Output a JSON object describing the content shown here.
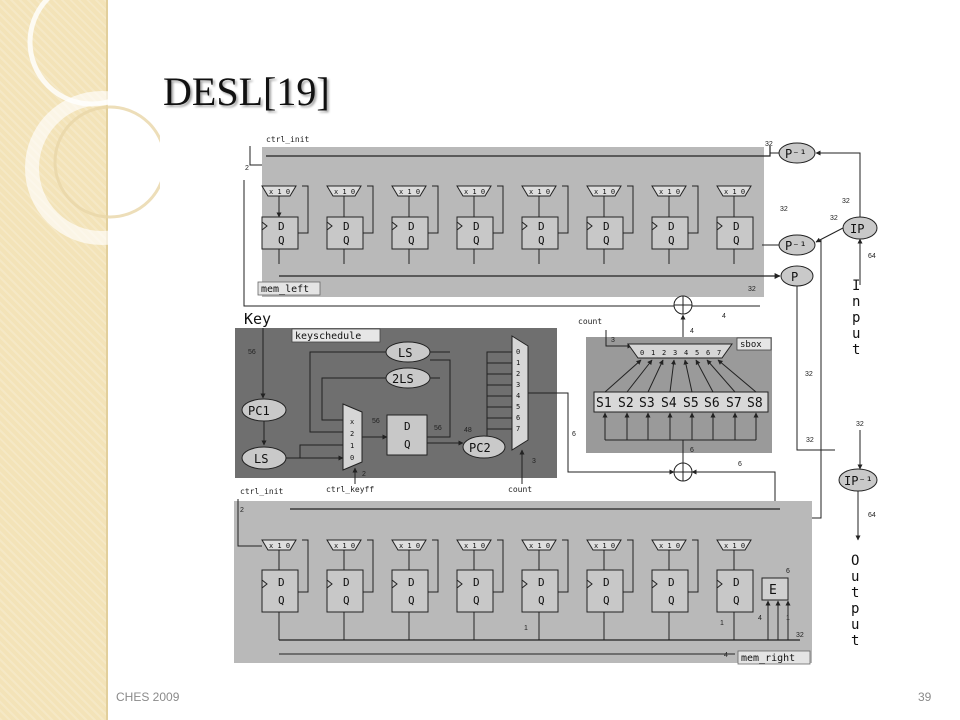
{
  "slide": {
    "title": "DESL[19]",
    "footer_left": "CHES 2009",
    "page_number": "39"
  },
  "diagram": {
    "labels": {
      "ctrl_init_top": "ctrl_init",
      "ctrl_init_bottom": "ctrl_init",
      "ctrl_keyff": "ctrl_keyff",
      "mem_left": "mem_left",
      "mem_right": "mem_right",
      "key": "Key",
      "keyschedule": "keyschedule",
      "sbox": "sbox",
      "count_top": "count",
      "count_bottom": "count",
      "input": "Input",
      "output": "Output"
    },
    "nodes": {
      "p_inv_top": "P⁻¹",
      "p_inv_mid": "P⁻¹",
      "p": "P",
      "ip": "IP",
      "ip_inv": "IP⁻¹",
      "ls_top": "LS",
      "ls2": "2LS",
      "pc1": "PC1",
      "ls_bottom": "LS",
      "pc2": "PC2",
      "e": "E"
    },
    "sboxes": [
      "S1",
      "S2",
      "S3",
      "S4",
      "S5",
      "S6",
      "S7",
      "S8"
    ],
    "sbox_mux_inputs": [
      "0",
      "1",
      "2",
      "3",
      "4",
      "5",
      "6",
      "7"
    ],
    "mux_key_inputs": [
      "x",
      "2",
      "1",
      "0"
    ],
    "mux_pc2_inputs": [
      "0",
      "1",
      "2",
      "3",
      "4",
      "5",
      "6",
      "7"
    ],
    "register_mux_label": "x 1 0",
    "flipflop_d": "D",
    "flipflop_q": "Q",
    "bus_widths": {
      "w32": "32",
      "w64": "64",
      "w56": "56",
      "w48": "48",
      "w4": "4",
      "w6": "6",
      "w3": "3",
      "w2": "2",
      "w1": "1"
    }
  }
}
